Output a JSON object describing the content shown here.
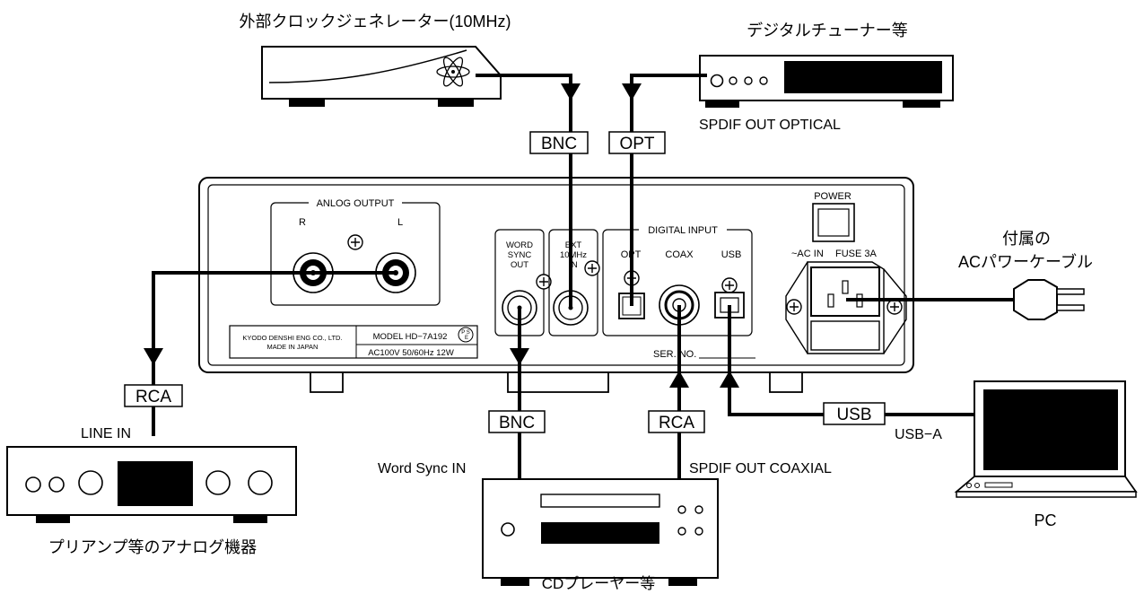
{
  "devices": {
    "external_clock": "外部クロックジェネレーター(10MHz)",
    "digital_tuner": "デジタルチューナー等",
    "digital_tuner_output": "SPDIF OUT OPTICAL",
    "analog_equipment": "プリアンプ等のアナログ機器",
    "analog_input": "LINE IN",
    "cd_player": "CDプレーヤー等",
    "cd_word_sync": "Word Sync IN",
    "cd_spdif": "SPDIF OUT COAXIAL",
    "pc": "PC",
    "pc_port": "USB−A",
    "ac_cable_line1": "付属の",
    "ac_cable_line2": "ACパワーケーブル"
  },
  "cable_labels": {
    "bnc_top": "BNC",
    "opt_top": "OPT",
    "rca_left": "RCA",
    "bnc_bottom": "BNC",
    "rca_bottom": "RCA",
    "usb": "USB"
  },
  "panel": {
    "analog_group": "ANLOG OUTPUT",
    "ch_r": "R",
    "ch_l": "L",
    "word_sync_1": "WORD",
    "word_sync_2": "SYNC",
    "word_sync_3": "OUT",
    "ext_1": "EXT",
    "ext_2": "10MHz",
    "ext_3": "IN",
    "digital_group": "DIGITAL INPUT",
    "opt": "OPT",
    "coax": "COAX",
    "usb": "USB",
    "power": "POWER",
    "ac_in": "~AC IN",
    "fuse": "FUSE 3A",
    "maker_1": "KYODO DENSHI ENG CO., LTD.",
    "maker_2": "MADE IN JAPAN",
    "model": "MODEL HD−7A192",
    "rating": "AC100V 50/60Hz 12W",
    "pse_1": "P S",
    "pse_2": "E",
    "serial": "SER. NO."
  }
}
